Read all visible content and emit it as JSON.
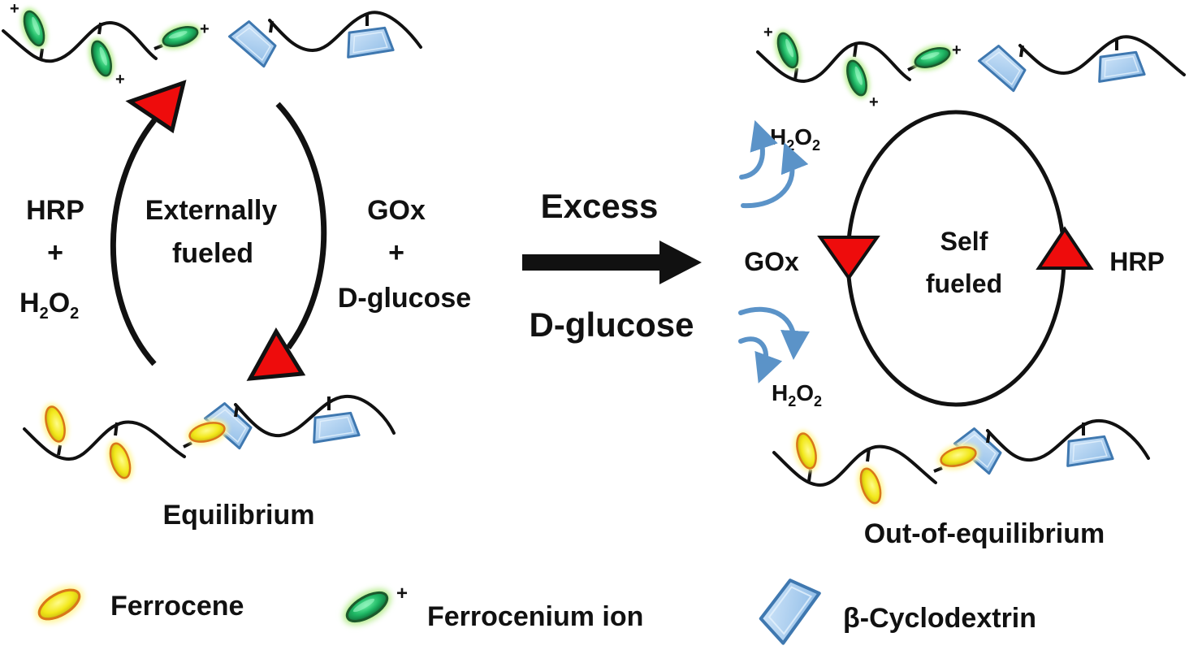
{
  "colors": {
    "ferrocene_fill": "#f2e81a",
    "ferrocene_stroke": "#d9771a",
    "ferrocene_glow": "#fff59a",
    "ferrocenium_fill": "#1fb865",
    "ferrocenium_stroke": "#1c5a2c",
    "ferrocenium_glow": "#b5ec8c",
    "cyclodextrin_fill": "#a9cdef",
    "cyclodextrin_stroke": "#3f78b0",
    "enzyme_fill": "#ee0c0c",
    "h2o2_arrow": "#5b93c8",
    "line": "#111111"
  },
  "left_panel": {
    "cycle_label_line1": "Externally",
    "cycle_label_line2": "fueled",
    "left_reagents": {
      "line1": "HRP",
      "line2": "+",
      "line3_main": "H",
      "line3_sub1": "2",
      "line3_mid": "O",
      "line3_sub2": "2"
    },
    "right_reagents": {
      "line1": "GOx",
      "line2": "+",
      "line3": "D-glucose"
    },
    "bottom_state": "Equilibrium"
  },
  "transition": {
    "top_label": "Excess",
    "bottom_label": "D-glucose"
  },
  "right_panel": {
    "cycle_label_line1": "Self",
    "cycle_label_line2": "fueled",
    "left_enzyme": "GOx",
    "right_enzyme": "HRP",
    "h2o2_top": {
      "main": "H",
      "sub1": "2",
      "mid": "O",
      "sub2": "2"
    },
    "h2o2_bottom": {
      "main": "H",
      "sub1": "2",
      "mid": "O",
      "sub2": "2"
    },
    "bottom_state": "Out-of-equilibrium"
  },
  "legend": {
    "items": [
      {
        "icon": "ferrocene-icon",
        "label": "Ferrocene"
      },
      {
        "icon": "ferrocenium-ion-icon",
        "label": "Ferrocenium ion",
        "charge": "+"
      },
      {
        "icon": "beta-cyclodextrin-icon",
        "label": "β-Cyclodextrin"
      }
    ]
  },
  "charge_symbol": "+"
}
